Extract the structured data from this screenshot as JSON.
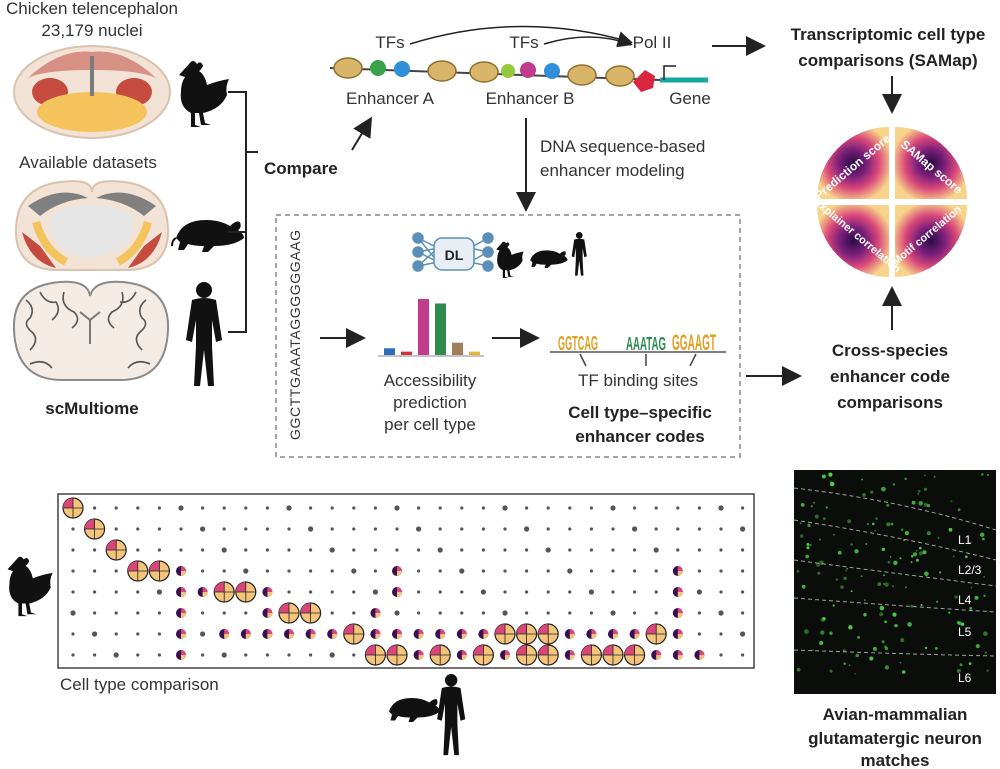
{
  "dataset": {
    "title_line1": "Chicken telencephalon",
    "title_line2": "23,179 nuclei",
    "available_label": "Available datasets",
    "scmultiome_label": "scMultiome",
    "compare_label": "Compare"
  },
  "enhancer_panel": {
    "tfs_label_a": "TFs",
    "tfs_label_b": "TFs",
    "pol_label": "Pol II",
    "enhancer_a": "Enhancer A",
    "enhancer_b": "Enhancer B",
    "gene_label": "Gene",
    "modeling_line1": "DNA sequence-based",
    "modeling_line2": "enhancer modeling"
  },
  "model_box": {
    "dna_sequence": "GGCTTGAAATAGGGGGGAAG",
    "dl_label": "DL",
    "accessibility_line1": "Accessibility",
    "accessibility_line2": "prediction",
    "accessibility_line3": "per cell type",
    "tf_sites_label": "TF binding sites",
    "codes_line1": "Cell type–specific",
    "codes_line2": "enhancer codes",
    "motif_a": "GGTCAG",
    "motif_b": "AAATAG",
    "motif_c": "GGAAGT",
    "bar_values": [
      0.12,
      0.06,
      1.0,
      0.92,
      0.22,
      0.06
    ],
    "bar_colors": [
      "#2f6db5",
      "#d1323a",
      "#c23a8c",
      "#2e8b4e",
      "#a0815a",
      "#e2b53a"
    ]
  },
  "right_panel": {
    "transcriptomic_line1": "Transcriptomic cell type",
    "transcriptomic_line2": "comparisons (SAMap)",
    "quad_tl": "Prediction score",
    "quad_tr": "SAMap score",
    "quad_bl": "Explainer correlation",
    "quad_br": "Motif correlation",
    "cross_line1": "Cross-species",
    "cross_line2": "enhancer code",
    "cross_line3": "comparisons"
  },
  "dot_matrix": {
    "caption": "Cell type comparison",
    "rows": 8,
    "cols": 32,
    "big_circles": [
      [
        0,
        0
      ],
      [
        1,
        1
      ],
      [
        2,
        2
      ],
      [
        3,
        3
      ],
      [
        3,
        4
      ],
      [
        4,
        7
      ],
      [
        4,
        8
      ],
      [
        5,
        10
      ],
      [
        5,
        11
      ],
      [
        6,
        13
      ],
      [
        6,
        20
      ],
      [
        6,
        21
      ],
      [
        6,
        22
      ],
      [
        6,
        27
      ],
      [
        7,
        14
      ],
      [
        7,
        15
      ],
      [
        7,
        17
      ],
      [
        7,
        19
      ],
      [
        7,
        21
      ],
      [
        7,
        22
      ],
      [
        7,
        24
      ],
      [
        7,
        25
      ],
      [
        7,
        26
      ]
    ],
    "medium_circles": [
      [
        3,
        5
      ],
      [
        4,
        5
      ],
      [
        5,
        5
      ],
      [
        6,
        5
      ],
      [
        7,
        5
      ],
      [
        4,
        6
      ],
      [
        6,
        7
      ],
      [
        6,
        8
      ],
      [
        6,
        9
      ],
      [
        6,
        10
      ],
      [
        6,
        11
      ],
      [
        6,
        12
      ],
      [
        4,
        9
      ],
      [
        5,
        9
      ],
      [
        3,
        15
      ],
      [
        4,
        15
      ],
      [
        5,
        14
      ],
      [
        6,
        14
      ],
      [
        6,
        15
      ],
      [
        6,
        16
      ],
      [
        6,
        17
      ],
      [
        6,
        18
      ],
      [
        6,
        19
      ],
      [
        6,
        23
      ],
      [
        6,
        24
      ],
      [
        6,
        25
      ],
      [
        6,
        26
      ],
      [
        6,
        28
      ],
      [
        7,
        16
      ],
      [
        7,
        18
      ],
      [
        7,
        20
      ],
      [
        7,
        23
      ],
      [
        7,
        27
      ],
      [
        7,
        28
      ],
      [
        7,
        29
      ],
      [
        5,
        28
      ],
      [
        4,
        28
      ],
      [
        3,
        28
      ]
    ]
  },
  "micrograph": {
    "layers": [
      "L1",
      "L2/3",
      "L4",
      "L5",
      "L6"
    ],
    "caption_line1": "Avian-mammalian",
    "caption_line2": "glutamatergic neuron",
    "caption_line3": "matches"
  },
  "colors": {
    "magma_light": "#f6d77a",
    "magma_mid": "#d9477a",
    "magma_dark": "#3a0e52",
    "teal": "#1aa6a0",
    "red": "#d7263d"
  }
}
